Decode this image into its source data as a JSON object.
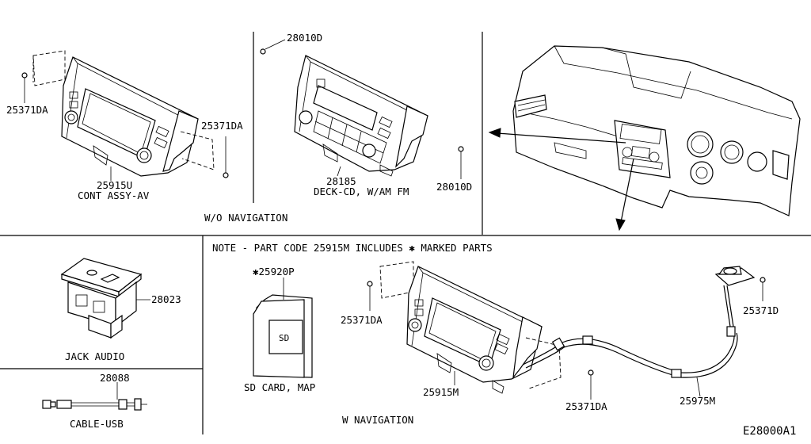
{
  "labels": {
    "p25371da_a": "25371DA",
    "p25371da_b": "25371DA",
    "p25915u": "25915U",
    "cont_assy": "CONT ASSY-AV",
    "p28010d_a": "28010D",
    "p28010d_b": "28010D",
    "p28185": "28185",
    "deck_cd": "DECK-CD, W/AM FM",
    "wo_nav": "W/O NAVIGATION",
    "p28023": "28023",
    "jack_audio": "JACK AUDIO",
    "p28088": "28088",
    "cable_usb": "CABLE-USB",
    "note": "NOTE - PART CODE 25915M INCLUDES ✱ MARKED PARTS",
    "p25920p": "✱25920P",
    "sd_chip": "SD",
    "sd_card": "SD CARD, MAP",
    "p25371da_c": "25371DA",
    "p25915m": "25915M",
    "p25371da_d": "25371DA",
    "p25975m": "25975M",
    "p25371d": "25371D",
    "w_nav": "W NAVIGATION",
    "diagram_code": "E28000A1"
  }
}
